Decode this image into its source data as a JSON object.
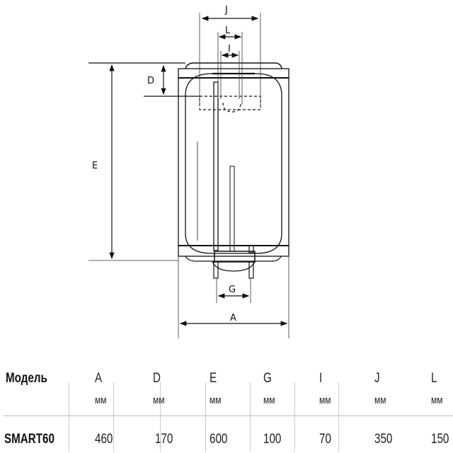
{
  "diagram": {
    "labels": {
      "J": "J",
      "L": "L",
      "I": "I",
      "D": "D",
      "E": "E",
      "G": "G",
      "A": "A"
    }
  },
  "table": {
    "header_model": "Модель",
    "columns": [
      {
        "name": "A",
        "unit": "мм"
      },
      {
        "name": "D",
        "unit": "мм"
      },
      {
        "name": "E",
        "unit": "мм"
      },
      {
        "name": "G",
        "unit": "мм"
      },
      {
        "name": "I",
        "unit": "мм"
      },
      {
        "name": "J",
        "unit": "мм"
      },
      {
        "name": "L",
        "unit": "мм"
      }
    ],
    "rows": [
      {
        "model": "SMART60",
        "values": [
          "460",
          "170",
          "600",
          "100",
          "70",
          "350",
          "150"
        ]
      }
    ]
  }
}
